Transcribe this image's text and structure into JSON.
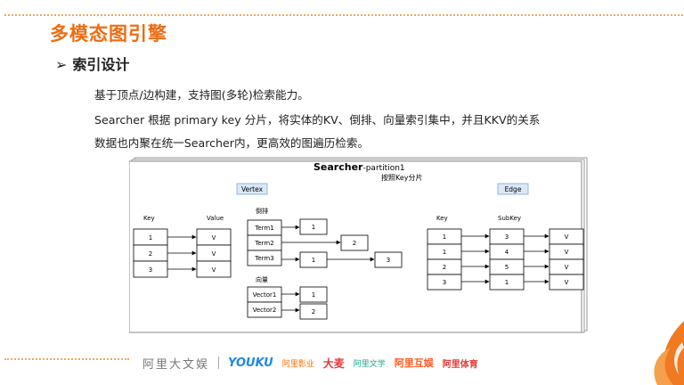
{
  "slide": {
    "title": "多模态图引擎",
    "section": "索引设计",
    "para1": "基于顶点/边构建，支持图(多轮)检索能力。",
    "para2": "Searcher 根据 primary key 分片，将实体的KV、倒排、向量索引集中，并且KKV的关系",
    "para3": "数据也内聚在统一Searcher内，更高效的图遍历检索。"
  },
  "diagram": {
    "title_bold": "Searcher",
    "title_suffix": "-partition1",
    "subtitle": "按照Key分片",
    "vertex_label": "Vertex",
    "edge_label": "Edge",
    "vertex_key_header": "Key",
    "vertex_value_header": "Value",
    "vertex_keys": [
      "1",
      "2",
      "3"
    ],
    "vertex_values": [
      "V",
      "V",
      "V"
    ],
    "inverted_label": "倒排",
    "terms": [
      "Term1",
      "Term2",
      "Term3"
    ],
    "term_posting_1": "1",
    "term_posting_2": "2",
    "term_posting_3a": "1",
    "term_posting_3b": "3",
    "vector_label": "向量",
    "vectors": [
      "Vector1",
      "Vector2"
    ],
    "vector_values": [
      "1",
      "2"
    ],
    "edge_key_header": "Key",
    "edge_subkey_header": "SubKey",
    "edge_keys": [
      "1",
      "1",
      "2",
      "3"
    ],
    "edge_subkeys": [
      "3",
      "4",
      "5",
      "1"
    ],
    "edge_values": [
      "V",
      "V",
      "V",
      "V"
    ]
  },
  "footer": {
    "alibaba_pictures": "阿里大文娱",
    "youku": "YOUKU",
    "ali_pictures": "阿里影业",
    "damai": "大麦",
    "literature": "阿里文学",
    "ali_ent": "阿里互娱",
    "ali_sports": "阿里体育"
  },
  "colors": {
    "title": "#ee6c12",
    "accent_dots": "#f2a860",
    "label_box_bg": "#dbe9f7",
    "deco_orange": "#f07a22"
  }
}
